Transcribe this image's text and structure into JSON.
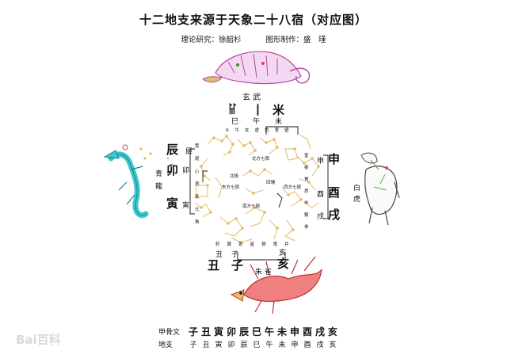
{
  "title": "十二地支来源于天象二十八宿（对应图）",
  "credits": {
    "theory": "理论研究：徐韶杉",
    "design": "图形制作：盛　瑾"
  },
  "directions": {
    "north": "玄 武",
    "east_top": "青",
    "east_bottom": "龍",
    "west_top": "白",
    "west_bottom": "虎",
    "south": "朱 雀"
  },
  "top_branches": {
    "oracle": [
      "ꈴ",
      "丨",
      "米"
    ],
    "names": [
      "巳",
      "午",
      "未"
    ]
  },
  "left_branches": {
    "names": [
      "辰",
      "卯",
      "寅"
    ],
    "oracle": [
      "辰",
      "卯",
      "寅"
    ]
  },
  "right_branches": {
    "names": [
      "申",
      "酉",
      "戌"
    ],
    "oracle": [
      "申",
      "酉",
      "戌"
    ]
  },
  "bottom_branches": {
    "names": [
      "丑",
      "子",
      "亥"
    ],
    "oracle": [
      "丑",
      "子",
      "亥"
    ]
  },
  "north_mansions": [
    "斗",
    "牛",
    "女",
    "虚",
    "危",
    "室",
    "壁"
  ],
  "south_mansions": [
    "轸",
    "翼",
    "张",
    "星",
    "柳",
    "鬼",
    "井"
  ],
  "east_mansions": [
    "箕",
    "尾",
    "心",
    "房",
    "氐",
    "亢",
    "角"
  ],
  "west_mansions": [
    "奎",
    "娄",
    "胃",
    "昴",
    "毕",
    "觜",
    "参"
  ],
  "center_labels": {
    "north": "北方七宿",
    "east": "东方七宿",
    "west": "西方七宿",
    "south": "南方七宿",
    "polar": "北极",
    "pivot": "四辅"
  },
  "bottom_table": {
    "row1_label": "甲骨文",
    "row2_label": "地支",
    "oracle": [
      "子",
      "丑",
      "寅",
      "卯",
      "辰",
      "巳",
      "午",
      "未",
      "申",
      "酉",
      "戌",
      "亥"
    ],
    "branches": [
      "子",
      "丑",
      "寅",
      "卯",
      "辰",
      "巳",
      "午",
      "未",
      "申",
      "酉",
      "戌",
      "亥"
    ]
  },
  "watermark": "Bai百科",
  "colors": {
    "stars": "#e8b860",
    "tortoise": "#c05ab8",
    "dragon": "#3ec8c8",
    "bird": "#e36060",
    "tiger": "#f0f0f0"
  }
}
